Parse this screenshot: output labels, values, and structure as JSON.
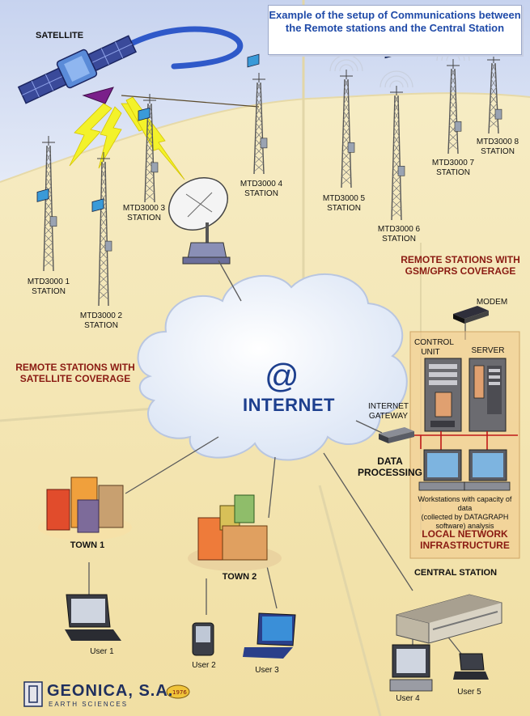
{
  "title": "Example of the setup of Communications between the Remote stations and the Central Station",
  "satellite": "SATELLITE",
  "stations": {
    "s1": [
      "MTD3000 1",
      "STATION"
    ],
    "s2": [
      "MTD3000 2",
      "STATION"
    ],
    "s3": [
      "MTD3000 3",
      "STATION"
    ],
    "s4": [
      "MTD3000 4",
      "STATION"
    ],
    "s5": [
      "MTD3000 5",
      "STATION"
    ],
    "s6": [
      "MTD3000 6",
      "STATION"
    ],
    "s7": [
      "MTD3000 7",
      "STATION"
    ],
    "s8": [
      "MTD3000 8",
      "STATION"
    ]
  },
  "coverage": {
    "satellite": [
      "REMOTE STATIONS WITH",
      "SATELLITE COVERAGE"
    ],
    "gsm": [
      "REMOTE STATIONS WITH",
      "GSM/GPRS COVERAGE"
    ]
  },
  "internet": {
    "symbol": "@",
    "label": "INTERNET"
  },
  "network": {
    "modem": "MODEM",
    "control_unit": [
      "CONTROL",
      "UNIT"
    ],
    "server": "SERVER",
    "gateway": [
      "INTERNET",
      "GATEWAY"
    ],
    "data_processing": [
      "DATA",
      "PROCESSING"
    ],
    "workstations_caption": [
      "Workstations with capacity of data",
      "(collected by DATAGRAPH",
      "software) analysis"
    ],
    "local_network": [
      "LOCAL NETWORK",
      "INFRASTRUCTURE"
    ],
    "central_station": "CENTRAL STATION"
  },
  "towns": {
    "town1": "TOWN 1",
    "town2": "TOWN 2"
  },
  "users": {
    "u1": "User 1",
    "u2": "User 2",
    "u3": "User 3",
    "u4": "User 4",
    "u5": "User 5"
  },
  "logo": {
    "name": "GEONICA, S.A.",
    "sub": "EARTH SCIENCES"
  }
}
